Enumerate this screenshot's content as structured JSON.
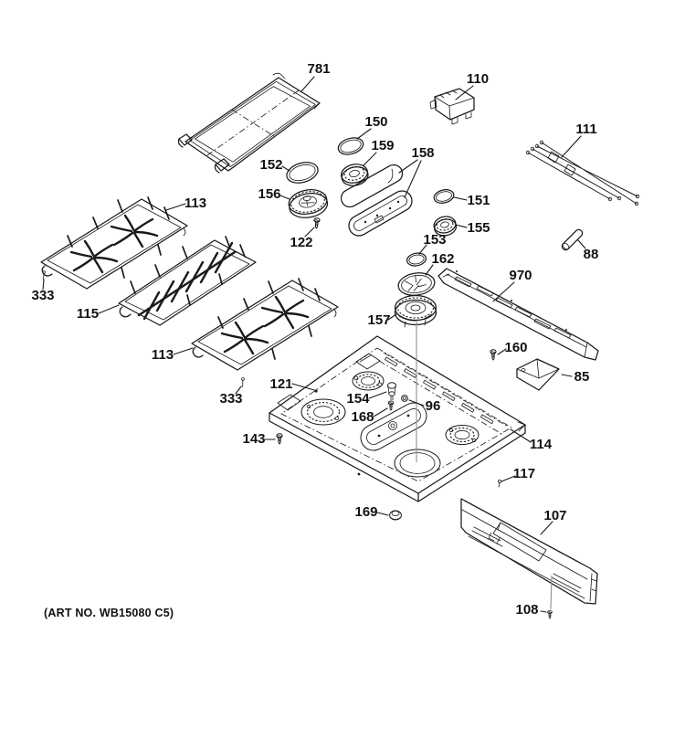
{
  "footer": {
    "art_no": "(ART NO. WB15080 C5)"
  },
  "colors": {
    "line": "#1a1a1a",
    "leader_gray": "#8f8f8f",
    "background": "#ffffff"
  },
  "callouts": {
    "c781": "781",
    "c110": "110",
    "c111": "111",
    "c150": "150",
    "c159": "159",
    "c158": "158",
    "c152": "152",
    "c156": "156",
    "c122": "122",
    "c151": "151",
    "c155": "155",
    "c153": "153",
    "c162": "162",
    "c88": "88",
    "c970": "970",
    "c157": "157",
    "c160": "160",
    "c85": "85",
    "c113a": "113",
    "c333a": "333",
    "c115": "115",
    "c113b": "113",
    "c333b": "333",
    "c121": "121",
    "c154": "154",
    "c168": "168",
    "c96": "96",
    "c143": "143",
    "c114": "114",
    "c117": "117",
    "c169": "169",
    "c107": "107",
    "c108": "108"
  }
}
